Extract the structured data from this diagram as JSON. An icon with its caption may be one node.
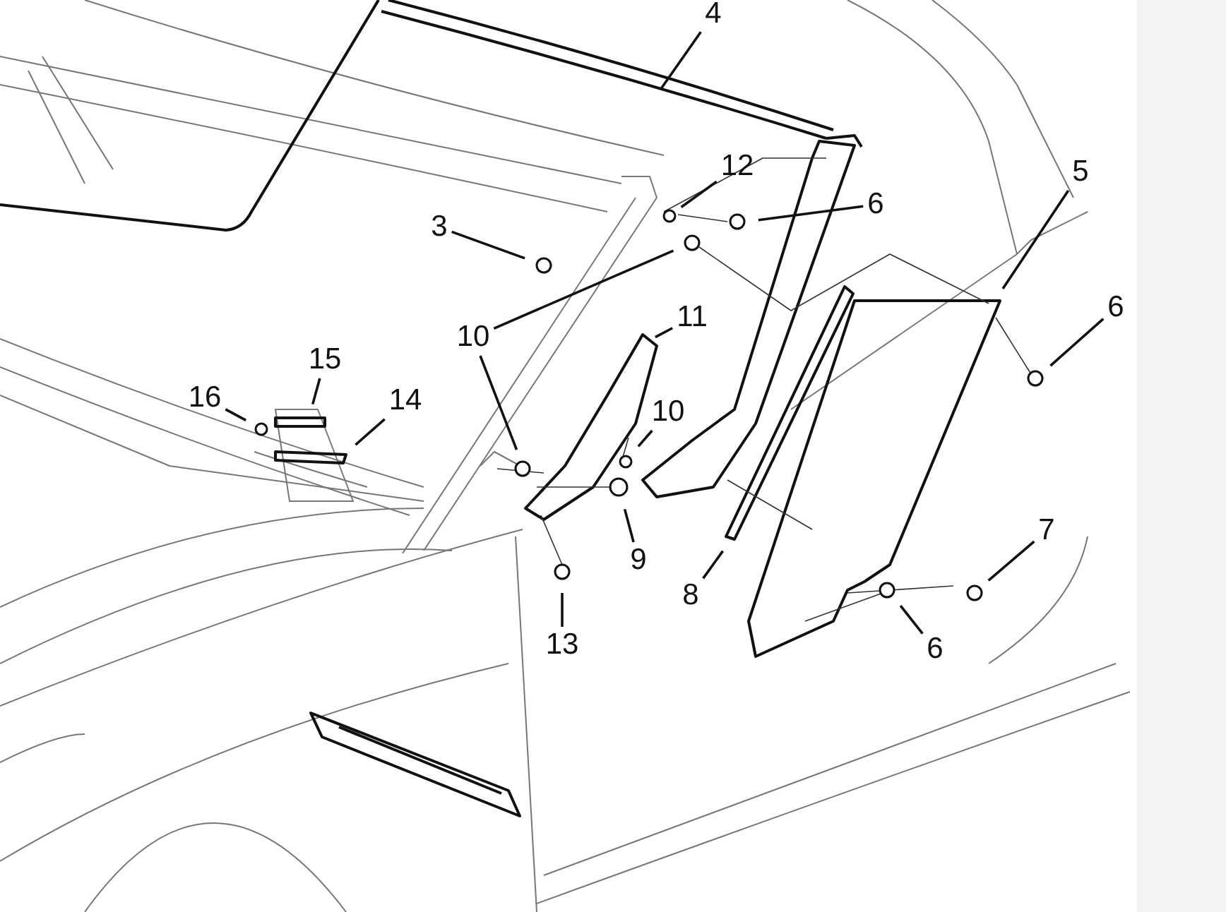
{
  "diagram": {
    "nodes": [
      {
        "text": [
          "4"
        ]
      },
      {
        "text": [
          "12"
        ]
      },
      {
        "text": [
          "5"
        ]
      },
      {
        "text": [
          "6"
        ]
      },
      {
        "text": [
          "3"
        ]
      },
      {
        "text": [
          "6"
        ]
      },
      {
        "text": [
          "11"
        ]
      },
      {
        "text": [
          "10"
        ]
      },
      {
        "text": [
          "15"
        ]
      },
      {
        "text": [
          "16"
        ]
      },
      {
        "text": [
          "14"
        ]
      },
      {
        "text": [
          "10"
        ]
      },
      {
        "text": [
          "7"
        ]
      },
      {
        "text": [
          "9"
        ]
      },
      {
        "text": [
          "8"
        ]
      },
      {
        "text": [
          "13"
        ]
      },
      {
        "text": [
          "6"
        ]
      }
    ],
    "edges": [
      {
        "from": 0,
        "to": null,
        "arrow": "none"
      },
      {
        "from": 1,
        "to": null,
        "arrow": "none"
      },
      {
        "from": 2,
        "to": null,
        "arrow": "none"
      },
      {
        "from": 3,
        "to": null,
        "arrow": "none"
      },
      {
        "from": 4,
        "to": null,
        "arrow": "none"
      },
      {
        "from": 5,
        "to": null,
        "arrow": "none"
      },
      {
        "from": 6,
        "to": null,
        "arrow": "none"
      },
      {
        "from": 7,
        "to": null,
        "arrow": "none"
      },
      {
        "from": 7,
        "to": null,
        "arrow": "none"
      },
      {
        "from": 8,
        "to": null,
        "arrow": "none"
      },
      {
        "from": 9,
        "to": null,
        "arrow": "none"
      },
      {
        "from": 10,
        "to": null,
        "arrow": "none"
      },
      {
        "from": 11,
        "to": null,
        "arrow": "none"
      },
      {
        "from": 12,
        "to": null,
        "arrow": "none"
      },
      {
        "from": 13,
        "to": null,
        "arrow": "none"
      },
      {
        "from": 14,
        "to": null,
        "arrow": "none"
      },
      {
        "from": 15,
        "to": null,
        "arrow": "none"
      },
      {
        "from": 16,
        "to": null,
        "arrow": "none"
      }
    ]
  }
}
